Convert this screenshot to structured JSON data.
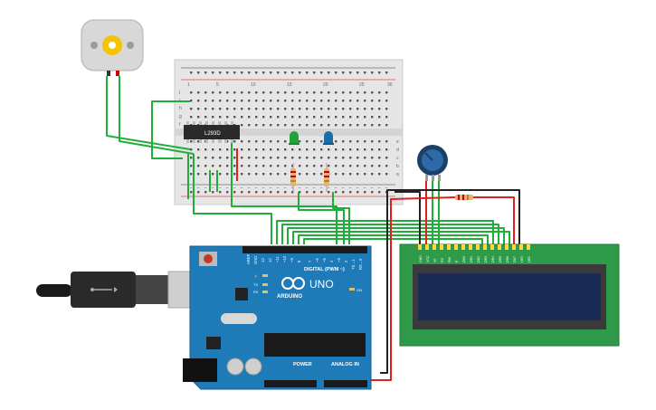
{
  "ic": {
    "label": "L293D"
  },
  "arduino": {
    "brand": "ARDUINO",
    "model": "UNO",
    "digital_label": "DIGITAL (PWM ~)",
    "power_label": "POWER",
    "analog_label": "ANALOG IN",
    "on_label": "ON",
    "l_label": "L",
    "tx_label": "TX",
    "rx_label": "RX",
    "aref_label": "AREF",
    "gnd_label": "GND",
    "digital_pins": [
      "13",
      "12",
      "~11",
      "~10",
      "~9",
      "8",
      "7",
      "~6",
      "~5",
      "4",
      "~3",
      "2",
      "TX→1",
      "RX←0"
    ]
  },
  "breadboard": {
    "col_numbers_top": [
      "1",
      "5",
      "10",
      "15",
      "20",
      "25",
      "30"
    ],
    "row_letters_top": [
      "j",
      "i",
      "h",
      "g",
      "f"
    ],
    "row_letters_bottom": [
      "e",
      "d",
      "c",
      "b",
      "a"
    ]
  },
  "lcd": {
    "pin_labels": [
      "GND",
      "VCC",
      "V0",
      "RS",
      "RW",
      "E",
      "DB0",
      "DB1",
      "DB2",
      "DB3",
      "DB4",
      "DB5",
      "DB6",
      "DB7",
      "LED",
      "LED"
    ]
  },
  "colors": {
    "breadboard": "#e6e6e6",
    "arduino_board": "#1f7ab8",
    "lcd_board": "#2f9a4a",
    "lcd_screen": "#1a2a55",
    "wire_green": "#1fae3a",
    "wire_red": "#e02020",
    "wire_black": "#222222",
    "led_green": "#22a33a",
    "led_blue": "#1a6fa8"
  }
}
